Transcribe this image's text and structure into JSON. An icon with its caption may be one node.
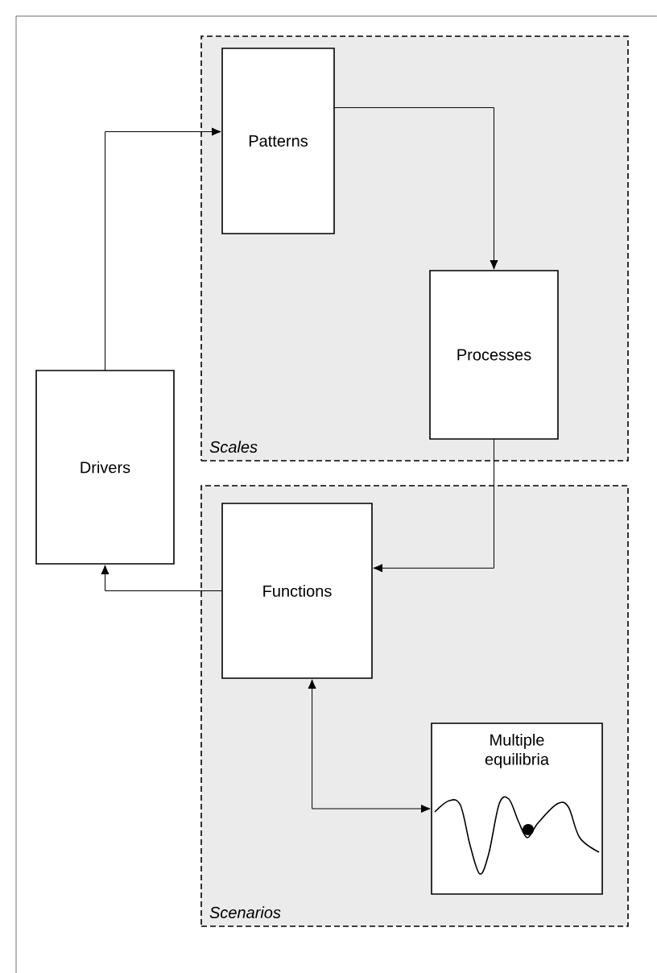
{
  "diagram": {
    "nodes": [
      {
        "text": [
          "Scales"
        ]
      },
      {
        "text": [
          "Patterns"
        ],
        "in": 0
      },
      {
        "text": [
          "Processes"
        ],
        "in": 0
      },
      {
        "text": [
          "Drivers"
        ]
      },
      {
        "text": [
          "Scenarios"
        ]
      },
      {
        "text": [
          "Functions"
        ],
        "in": 4
      },
      {
        "text": [
          "Multiple equilibria"
        ],
        "in": 4
      }
    ],
    "edges": [
      {
        "from": 3,
        "to": 1,
        "arrow": "to"
      },
      {
        "from": 1,
        "to": 2,
        "arrow": "to"
      },
      {
        "from": 2,
        "to": 5,
        "arrow": "to"
      },
      {
        "from": 5,
        "to": 3,
        "arrow": "to"
      },
      {
        "from": 5,
        "to": 6,
        "arrow": "both"
      }
    ]
  }
}
